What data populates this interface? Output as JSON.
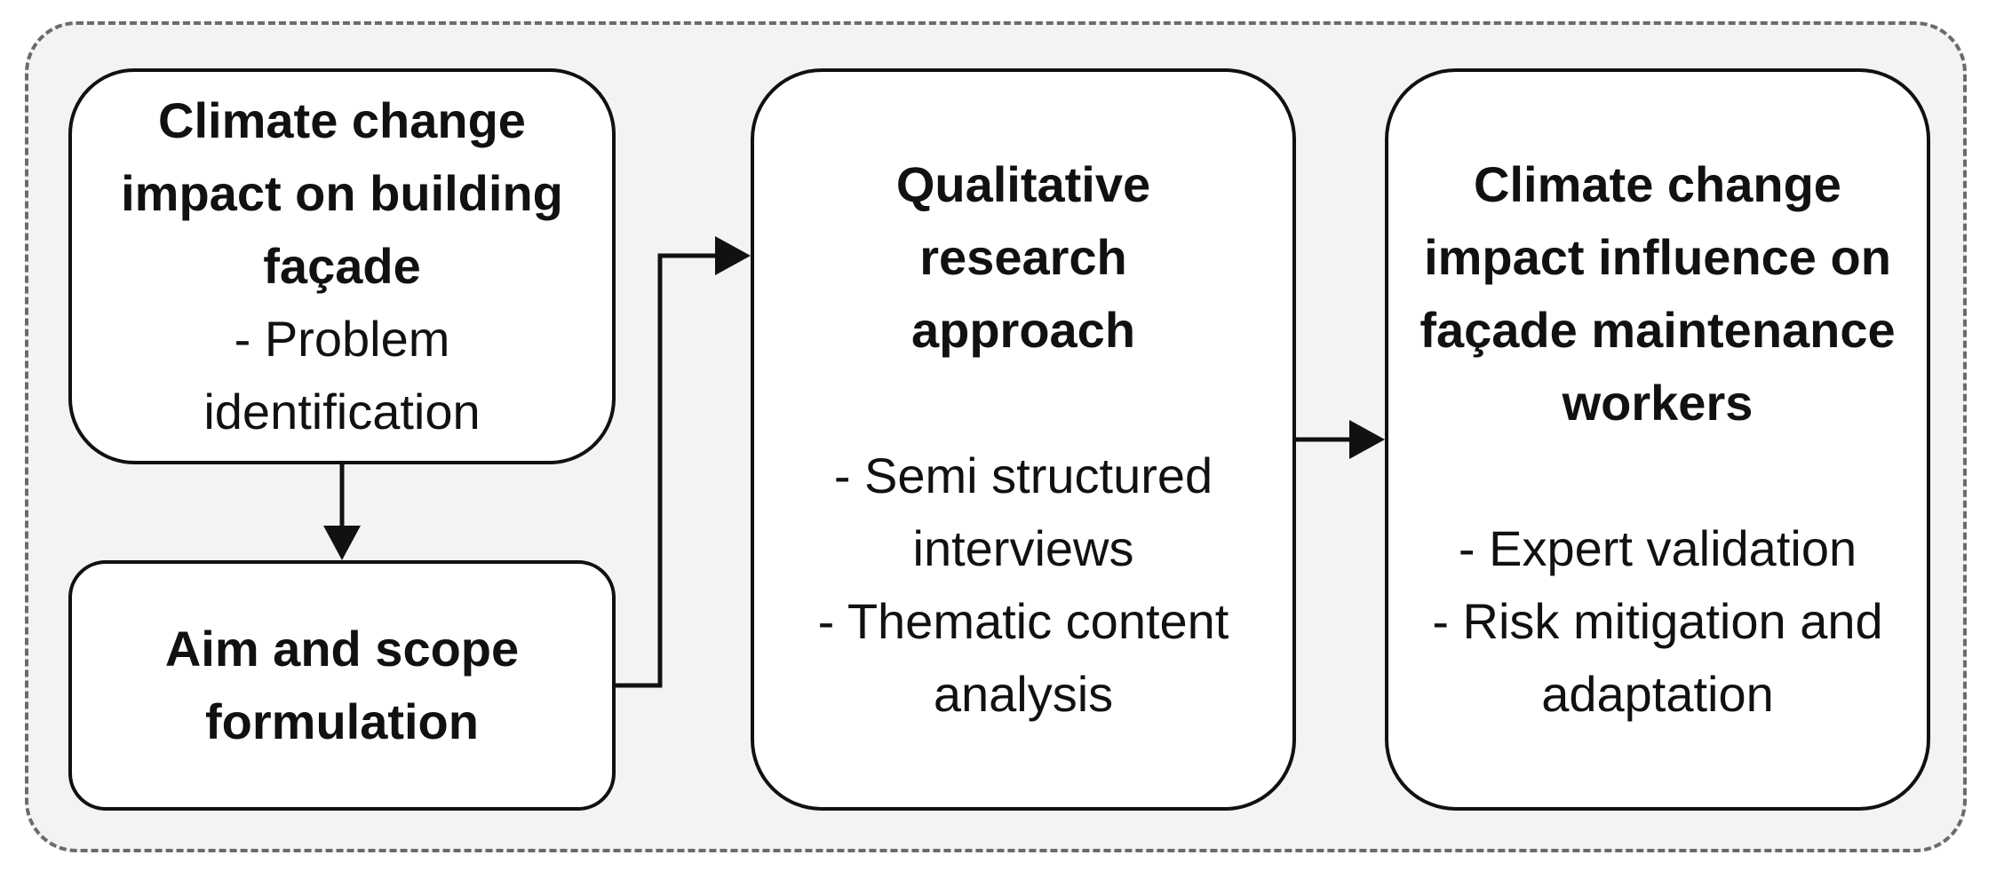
{
  "diagram": {
    "boxes": {
      "problem": {
        "title_lines": [
          "Climate change",
          "impact on building",
          "façade"
        ],
        "detail_lines": [
          "- Problem",
          "identification"
        ]
      },
      "aim": {
        "title_lines": [
          "Aim and scope",
          "formulation"
        ]
      },
      "method": {
        "title_lines": [
          "Qualitative",
          "research",
          "approach"
        ],
        "detail_lines": [
          "- Semi structured",
          "interviews",
          "- Thematic content",
          "analysis"
        ]
      },
      "outcome": {
        "title_lines": [
          "Climate change",
          "impact influence on",
          "façade maintenance",
          "workers"
        ],
        "detail_lines": [
          "- Expert validation",
          "- Risk mitigation and",
          "adaptation"
        ]
      }
    },
    "connections": [
      {
        "from": "problem",
        "to": "aim"
      },
      {
        "from": "aim",
        "to": "method"
      },
      {
        "from": "method",
        "to": "outcome"
      }
    ],
    "colors": {
      "frame_fill": "#f3f3f3",
      "frame_border": "#6b6b6b",
      "box_fill": "#ffffff",
      "stroke": "#111111"
    }
  }
}
